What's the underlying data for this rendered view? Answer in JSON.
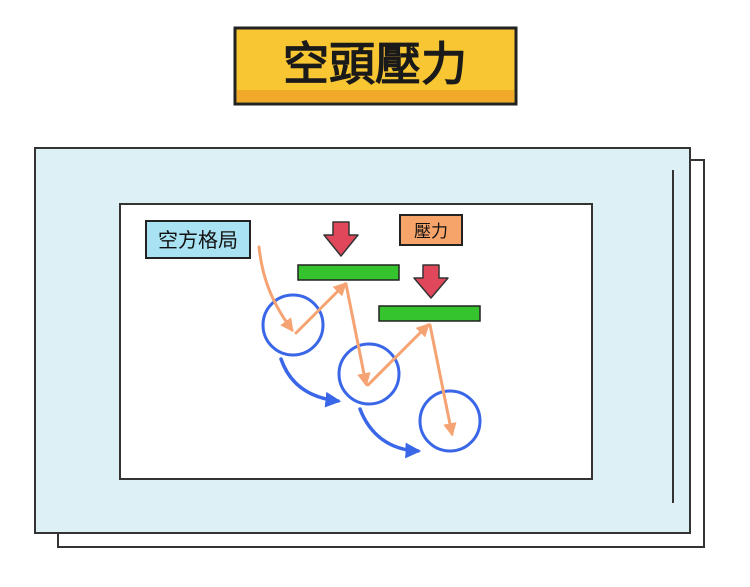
{
  "title": "空頭壓力",
  "labels": {
    "empty_pattern": "空方格局",
    "pressure": "壓力"
  },
  "colors": {
    "title_bg": "#f8c533",
    "panel_bg": "#ddf0f5",
    "label_blue_bg": "#a9e2f2",
    "label_orange_bg": "#f7a46a",
    "pressure_arrow": "#e0475a",
    "bar_green": "#36c42e",
    "path_orange": "#f5a372",
    "circle_blue": "#3a66e8"
  }
}
